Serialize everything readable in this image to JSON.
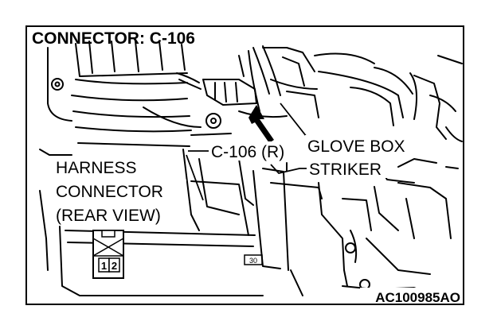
{
  "diagram": {
    "title": "CONNECTOR: C-106",
    "labels": {
      "connector_id": "C-106 (R)",
      "glove_box_line1": "GLOVE BOX",
      "glove_box_line2": "STRIKER",
      "harness_line1": "HARNESS",
      "harness_line2": "CONNECTOR",
      "harness_line3": "(REAR VIEW)"
    },
    "connector_pins": [
      "1",
      "2"
    ],
    "panel_mark": "30",
    "figure_code": "AC100985AO"
  }
}
